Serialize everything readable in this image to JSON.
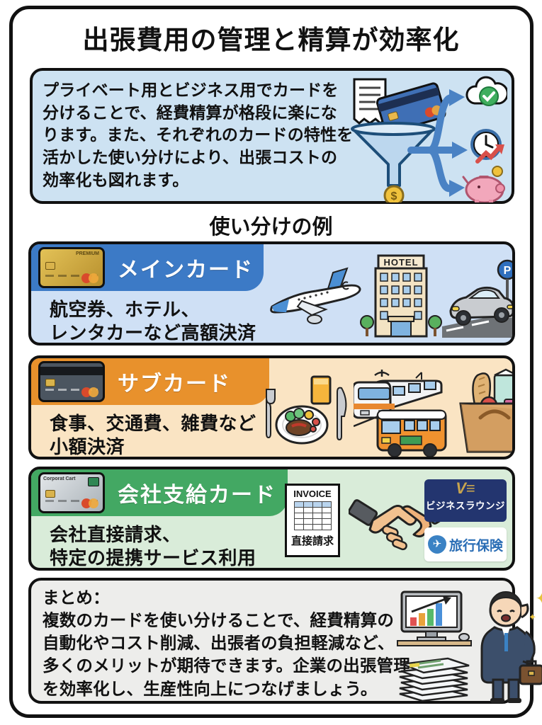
{
  "title": "出張費用の管理と精算が効率化",
  "intro": {
    "text": "プライベート用とビジネス用でカードを\n分けることで、経費精算が格段に楽にな\nります。また、それぞれのカードの特性を\n活かした使い分けにより、出張コストの\n効率化も図れます。",
    "dollar_sign": "$",
    "illustration_icons": [
      "receipt-icon",
      "credit-card-icon",
      "funnel-icon",
      "dollar-coin-icon",
      "branch-arrows-icon",
      "cloud-check-icon",
      "clock-trend-icon",
      "piggy-bank-icon"
    ]
  },
  "examples_heading": "使い分けの例",
  "colors": {
    "main_header": "#3c7ac6",
    "main_body": "#cfe0f5",
    "sub_header": "#e8912c",
    "sub_body": "#fae4c3",
    "corp_header": "#43a863",
    "corp_body": "#d9ecd9",
    "intro_body": "#cde2f2",
    "summary_body": "#ededeb",
    "outline": "#111111"
  },
  "sections": [
    {
      "label": "メインカード",
      "card_text": "PREMIUM",
      "description": "航空券、ホテル、\nレンタカーなど高額決済",
      "hotel_sign": "HOTEL",
      "parking_letter": "P",
      "icons": [
        "airplane-icon",
        "hotel-icon",
        "car-parking-icon"
      ]
    },
    {
      "label": "サブカード",
      "card_text": "",
      "description": "食事、交通費、雑費など\n小額決済",
      "icons": [
        "meal-icon",
        "train-bus-icon",
        "grocery-bag-icon"
      ]
    },
    {
      "label": "会社支給カード",
      "card_text": "Corporat Cart",
      "description": "会社直接請求、\n特定の提携サービス利用",
      "invoice_title": "INVOICE",
      "invoice_caption": "直接請求",
      "badge_lounge_logo": "V≡",
      "badge_lounge": "ビジネスラウンジ",
      "badge_insurance": "旅行保険",
      "badge_insurance_glyph": "✈",
      "icons": [
        "invoice-icon",
        "handshake-icon",
        "business-lounge-badge",
        "travel-insurance-badge"
      ]
    }
  ],
  "summary": {
    "heading": "まとめ：",
    "text": "複数のカードを使い分けることで、経費精算の\n自動化やコスト削減、出張者の負担軽減など、\n多くのメリットが期待できます。企業の出張管理\nを効率化し、生産性向上につなげましょう。",
    "icons": [
      "monitor-chart-icon",
      "paper-stack-icon",
      "businessman-icon"
    ]
  }
}
